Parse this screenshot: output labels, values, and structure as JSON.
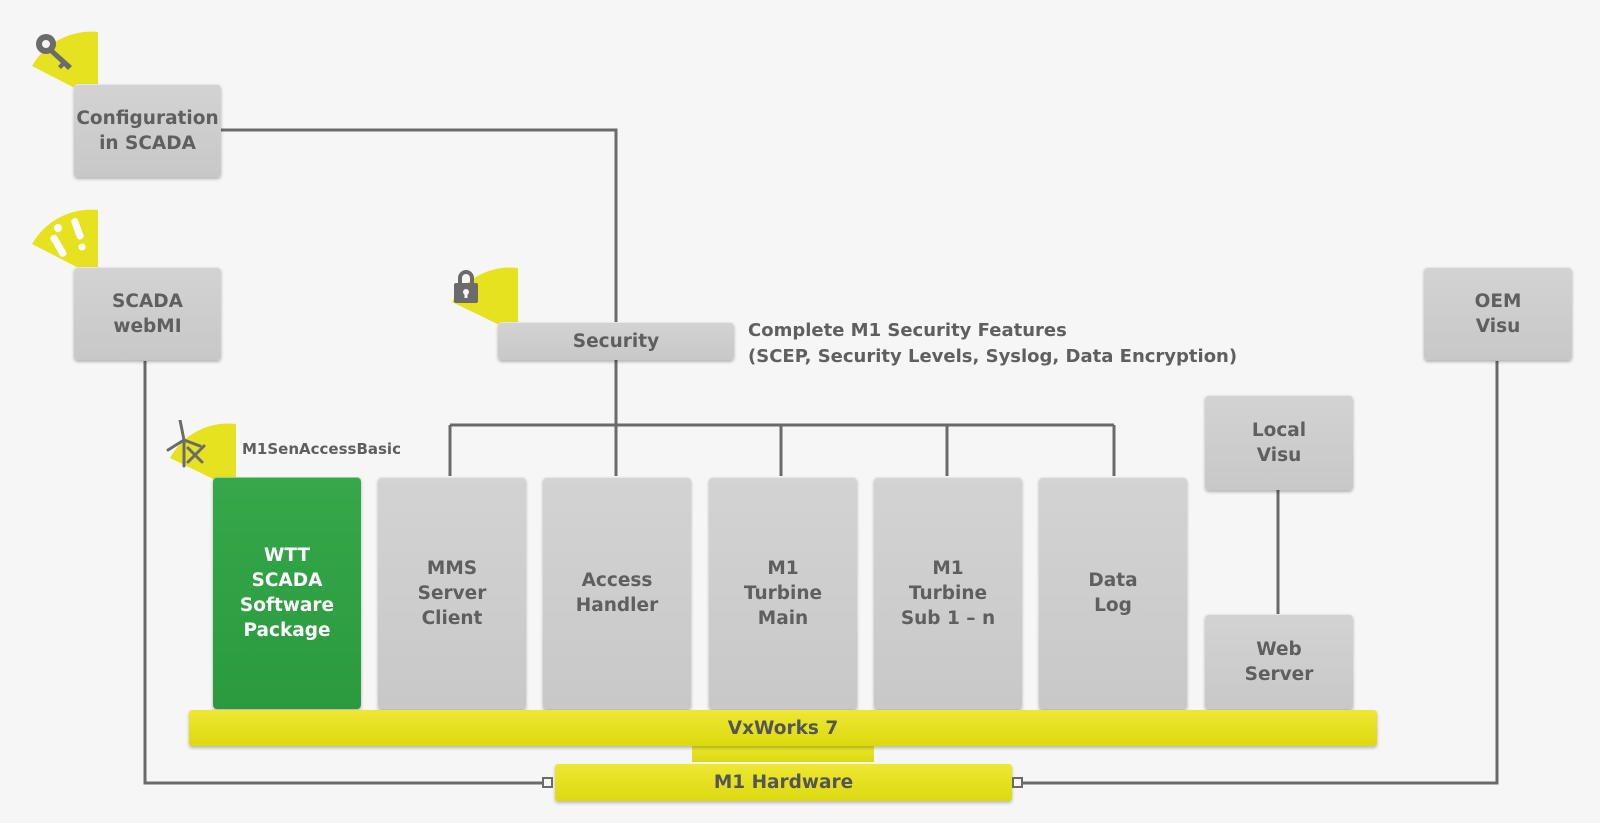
{
  "nodes": {
    "config_scada": "Configuration\nin SCADA",
    "scada_webmi": "SCADA\nwebMI",
    "security": "Security",
    "oem_visu": "OEM\nVisu",
    "local_visu": "Local\nVisu",
    "web_server": "Web\nServer",
    "wtt_package": "WTT\nSCADA\nSoftware\nPackage",
    "mms": "MMS\nServer\nClient",
    "access_handler": "Access\nHandler",
    "turbine_main": "M1\nTurbine\nMain",
    "turbine_sub": "M1\nTurbine\nSub 1 – n",
    "data_log": "Data\nLog",
    "vxworks": "VxWorks 7",
    "hardware": "M1 Hardware"
  },
  "annotations": {
    "security_line1": "Complete M1 Security Features",
    "security_line2": "(SCEP, Security Levels, Syslog, Data Encryption)",
    "access_basic": "M1SenAccessBasic"
  },
  "icons": [
    "key-icon",
    "alert-info-icon",
    "padlock-icon",
    "wind-turbine-wrench-icon"
  ],
  "colors": {
    "green": "#2fa046",
    "yellow": "#e6e220",
    "box_gray": "#cdcdcd",
    "text_gray": "#5f5f5f",
    "line_gray": "#6a6a6a"
  }
}
